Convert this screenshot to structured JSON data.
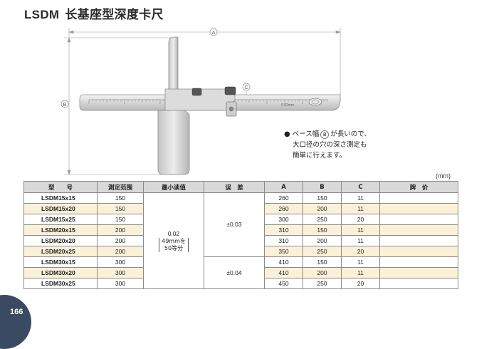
{
  "title": {
    "code": "LSDM",
    "name": "长基座型深度卡尺"
  },
  "drawing": {
    "dim_a": "A",
    "dim_b": "B",
    "dim_c": "C",
    "scale_label": "0.02mm"
  },
  "note": {
    "line1_before": "ベース幅",
    "line1_circle": "B",
    "line1_after": "が長いので、",
    "line2": "大口径の穴の深さ測定も",
    "line3": "簡単に行えます。"
  },
  "unit": "(mm)",
  "table": {
    "headers": [
      "型　　号",
      "測定范围",
      "最小读值",
      "误　差",
      "A",
      "B",
      "C",
      "牌　价"
    ],
    "rows": [
      {
        "model": "LSDM15x15",
        "range": "150",
        "a": "260",
        "b": "150",
        "c": "11"
      },
      {
        "model": "LSDM15x20",
        "range": "150",
        "a": "260",
        "b": "200",
        "c": "11"
      },
      {
        "model": "LSDM15x25",
        "range": "150",
        "a": "300",
        "b": "250",
        "c": "20"
      },
      {
        "model": "LSDM20x15",
        "range": "200",
        "a": "310",
        "b": "150",
        "c": "11"
      },
      {
        "model": "LSDM20x20",
        "range": "200",
        "a": "310",
        "b": "200",
        "c": "11"
      },
      {
        "model": "LSDM20x25",
        "range": "200",
        "a": "350",
        "b": "250",
        "c": "20"
      },
      {
        "model": "LSDM30x15",
        "range": "300",
        "a": "410",
        "b": "150",
        "c": "11"
      },
      {
        "model": "LSDM30x20",
        "range": "300",
        "a": "410",
        "b": "200",
        "c": "11"
      },
      {
        "model": "LSDM30x25",
        "range": "300",
        "a": "450",
        "b": "250",
        "c": "20"
      }
    ],
    "resolution": {
      "value": "0.02",
      "detail1": "49mmを",
      "detail2": "50等分"
    },
    "error_group1": "±0.03",
    "error_group2": "±0.04"
  },
  "page_number": "166",
  "colors": {
    "stripe": "#fbf1d8",
    "header_bg": "#d9d9d9",
    "page_tab": "#3b4a63"
  }
}
